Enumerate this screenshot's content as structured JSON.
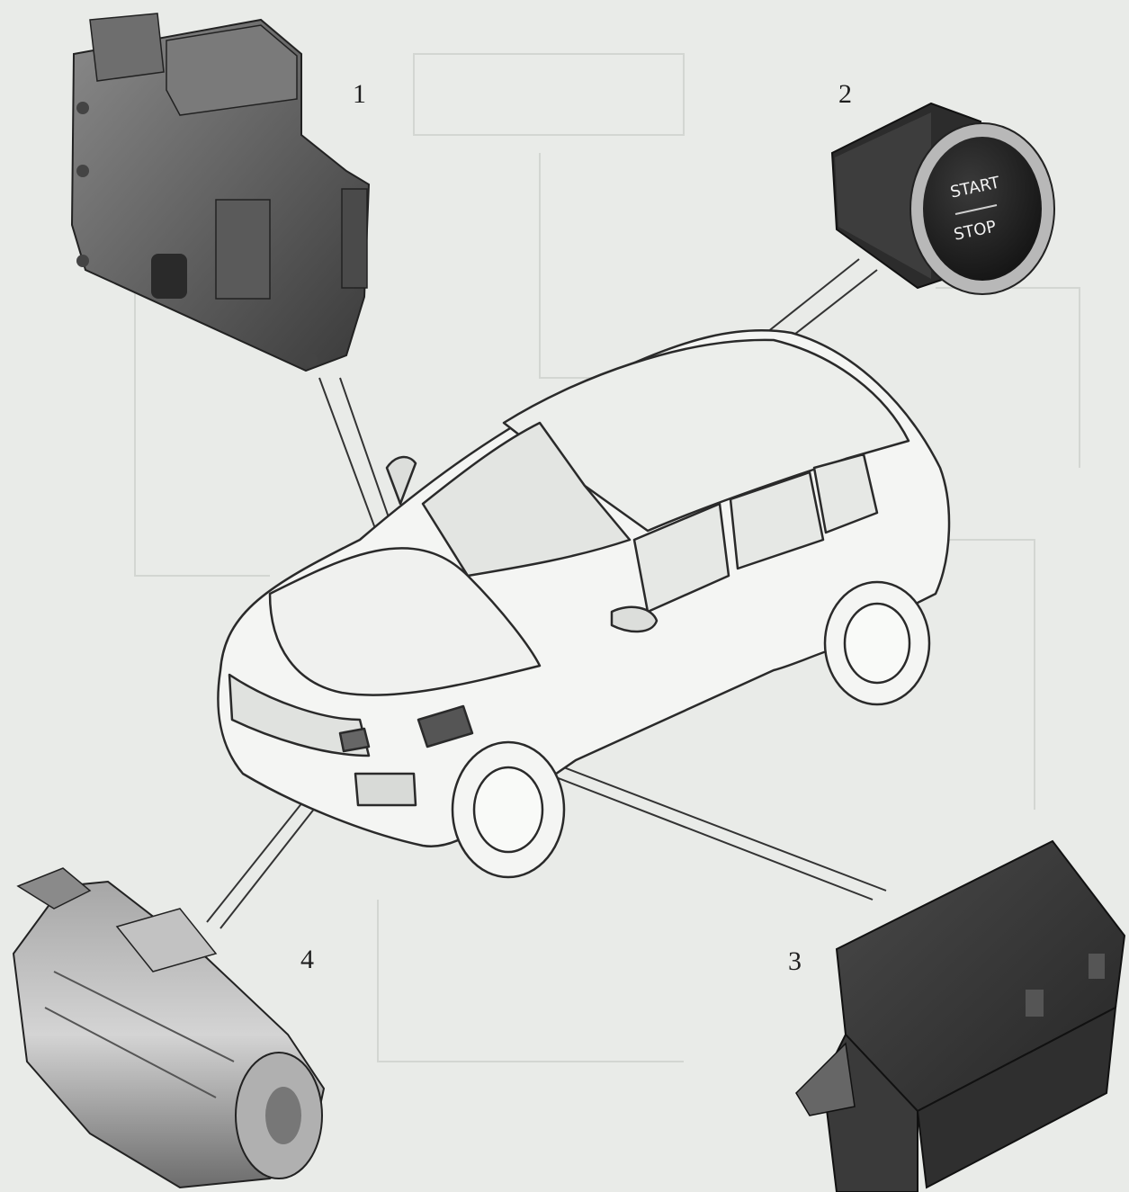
{
  "callouts": {
    "c1": "1",
    "c2": "2",
    "c3": "3",
    "c4": "4"
  },
  "start_stop_button": {
    "top_text": "START",
    "bottom_text": "STOP"
  },
  "colors": {
    "background": "#e9ebe8",
    "component_dark": "#3b3b3b",
    "component_mid": "#6a6a6a",
    "line": "#2a2a2a"
  }
}
